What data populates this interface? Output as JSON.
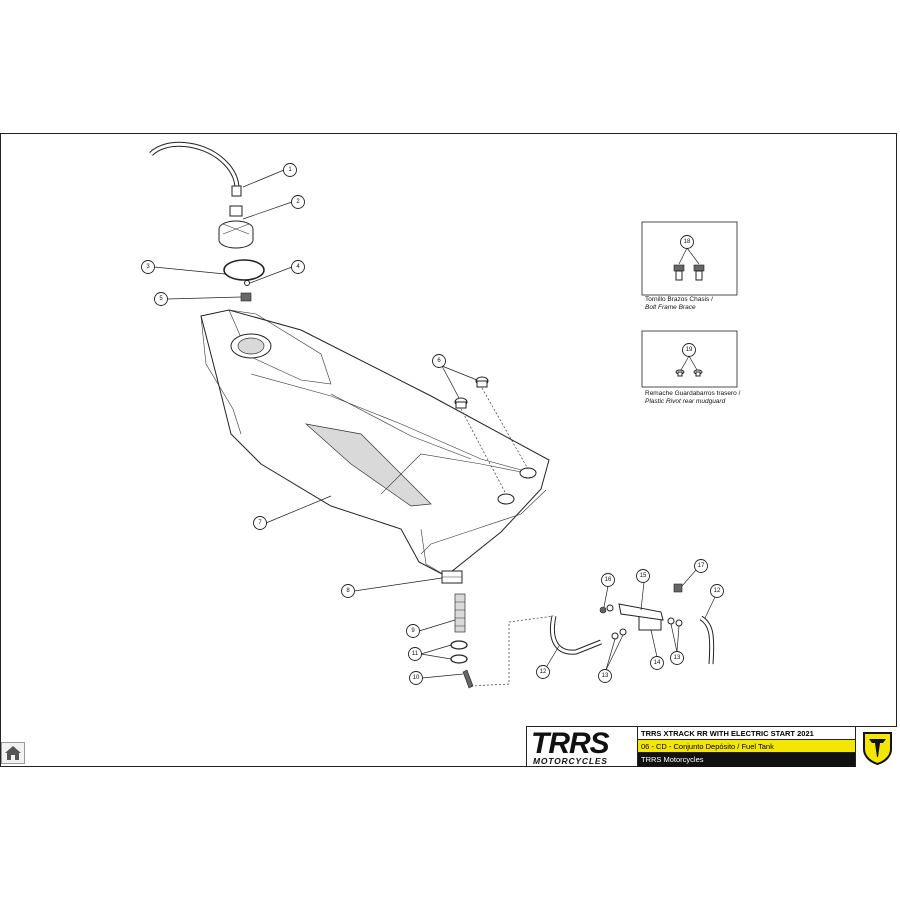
{
  "diagram": {
    "callouts": [
      {
        "id": "1",
        "label": "1"
      },
      {
        "id": "2",
        "label": "2"
      },
      {
        "id": "3",
        "label": "3"
      },
      {
        "id": "4",
        "label": "4"
      },
      {
        "id": "5",
        "label": "5"
      },
      {
        "id": "6",
        "label": "6"
      },
      {
        "id": "7",
        "label": "7"
      },
      {
        "id": "8",
        "label": "8"
      },
      {
        "id": "9",
        "label": "9"
      },
      {
        "id": "10",
        "label": "10"
      },
      {
        "id": "11",
        "label": "11"
      },
      {
        "id": "12a",
        "label": "12"
      },
      {
        "id": "12b",
        "label": "12"
      },
      {
        "id": "13a",
        "label": "13"
      },
      {
        "id": "13b",
        "label": "13"
      },
      {
        "id": "14",
        "label": "14"
      },
      {
        "id": "15",
        "label": "15"
      },
      {
        "id": "16",
        "label": "16"
      },
      {
        "id": "17",
        "label": "17"
      }
    ],
    "insets": [
      {
        "callout": "18",
        "caption_es": "Tornillo Brazos Chasis /",
        "caption_en": "Bolt Frame Brace"
      },
      {
        "callout": "19",
        "caption_es": "Remache Guardabarros trasero /",
        "caption_en": "Plastic Rivot rear mudguard"
      }
    ]
  },
  "title_block": {
    "logo_text": "TRRS",
    "logo_sub": "MOTORCYCLES",
    "model": "TRRS XTRACK RR  WITH ELECTRIC START 2021",
    "section": "06 - CD - Conjunto Depósito / Fuel Tank",
    "company": "TRRS Motorcycles",
    "accent_color": "#f3e600"
  },
  "nav": {
    "home_icon": "home-icon"
  }
}
